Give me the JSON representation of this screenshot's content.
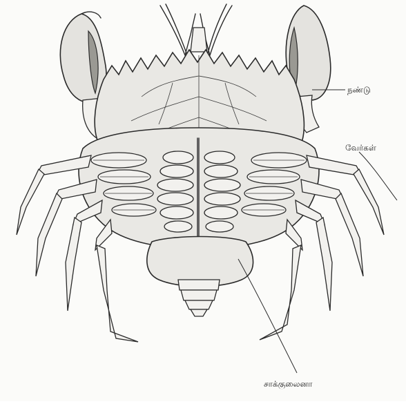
{
  "labels": {
    "crab": "நண்டு",
    "gills": "வேர்கள்",
    "walking_legs": "சாக்குலைனா"
  }
}
